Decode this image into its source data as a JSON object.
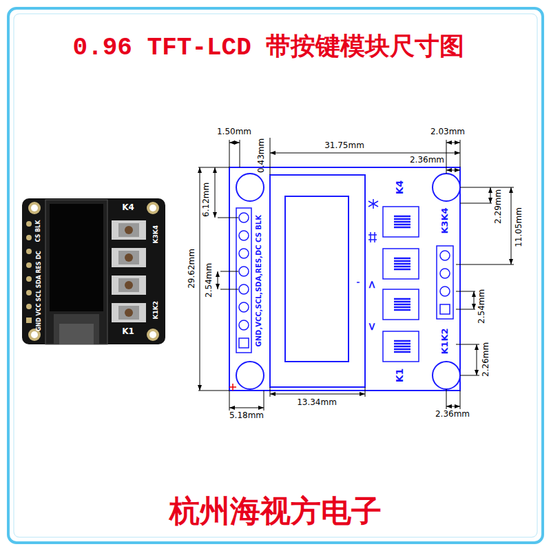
{
  "diagram": {
    "title": "0.96 TFT-LCD 带按键模块尺寸图",
    "caption": "杭州海视方电子",
    "nodes": [
      {
        "text": [
          "K4",
          "K3K4",
          "CS BLK",
          "GND VCC SCL SDA RES DC",
          "K1K2",
          "K1"
        ]
      },
      {
        "text": [
          "K4",
          "K3K4",
          "GND,VCC,SCL,SDA,RES,DC CS BLK",
          "K1K2",
          "K1",
          ">",
          "<"
        ]
      }
    ],
    "labels": [
      "1.50mm",
      "0.43mm",
      "31.75mm",
      "2.03mm",
      "2.36mm",
      "6.12mm",
      "29.62mm",
      "2.54mm",
      "2.29mm",
      "11.05mm",
      "2.54mm",
      "2.26mm",
      "13.34mm",
      "5.18mm",
      "2.36mm"
    ]
  }
}
